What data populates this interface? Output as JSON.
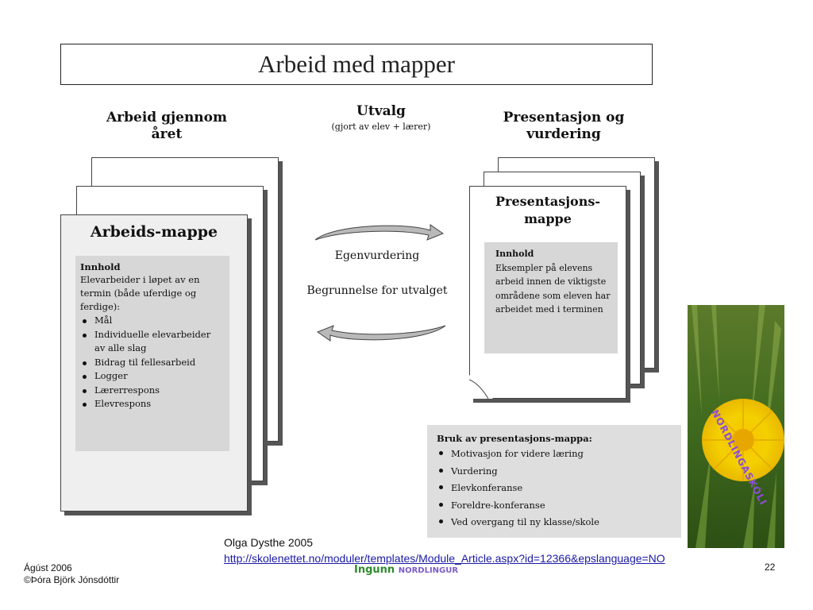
{
  "title": "Arbeid med mapper",
  "left_column": {
    "heading": "Arbeid gjennom\nåret",
    "folder_title": "Arbeids-mappe",
    "content_heading": "Innhold",
    "content_intro": "Elevarbeider i løpet av en termin (både uferdige og ferdige):",
    "items": [
      "Mål",
      "Individuelle elevarbeider  av alle slag",
      "Bidrag til fellesarbeid",
      "Logger",
      "Lærerrespons",
      "Elevrespons"
    ]
  },
  "middle_column": {
    "heading": "Utvalg",
    "subheading": "(gjort av elev + lærer)",
    "label_1": "Egenvurdering",
    "label_2": "Begrunnelse for utvalget"
  },
  "right_column": {
    "heading": "Presentasjon og\nvurdering",
    "folder_title": "Presentasjons-\nmappe",
    "content_heading": "Innhold",
    "content_text": "Eksempler på elevens arbeid innen de viktigste områdene som eleven har arbeidet med i terminen"
  },
  "usage_box": {
    "heading": "Bruk av presentasjons-mappa:",
    "items": [
      "Motivasjon for videre læring",
      "Vurdering",
      "Elevkonferanse",
      "Foreldre-konferanse",
      "Ved overgang til ny klasse/skole"
    ]
  },
  "source": {
    "author": "Olga Dysthe 2005",
    "link": "http://skolenettet.no/moduler/templates/Module_Article.aspx?id=12366&epslanguage=NO"
  },
  "footer": {
    "date": "Ágúst 2006",
    "copyright": "©Þóra Björk Jónsdóttir",
    "logo_part1": "Ingunn",
    "logo_part2": "NORDLINGUR",
    "page_number": "22"
  },
  "photo_caption": "NORDLINGASKÓLI",
  "colors": {
    "box_grey": "#d7d7d7",
    "page_front": "#efefef",
    "link": "#1a1aa6",
    "logo_green": "#2e8b2e",
    "logo_purple": "#7b5cc9",
    "caption_purple": "#8a4fd8"
  }
}
